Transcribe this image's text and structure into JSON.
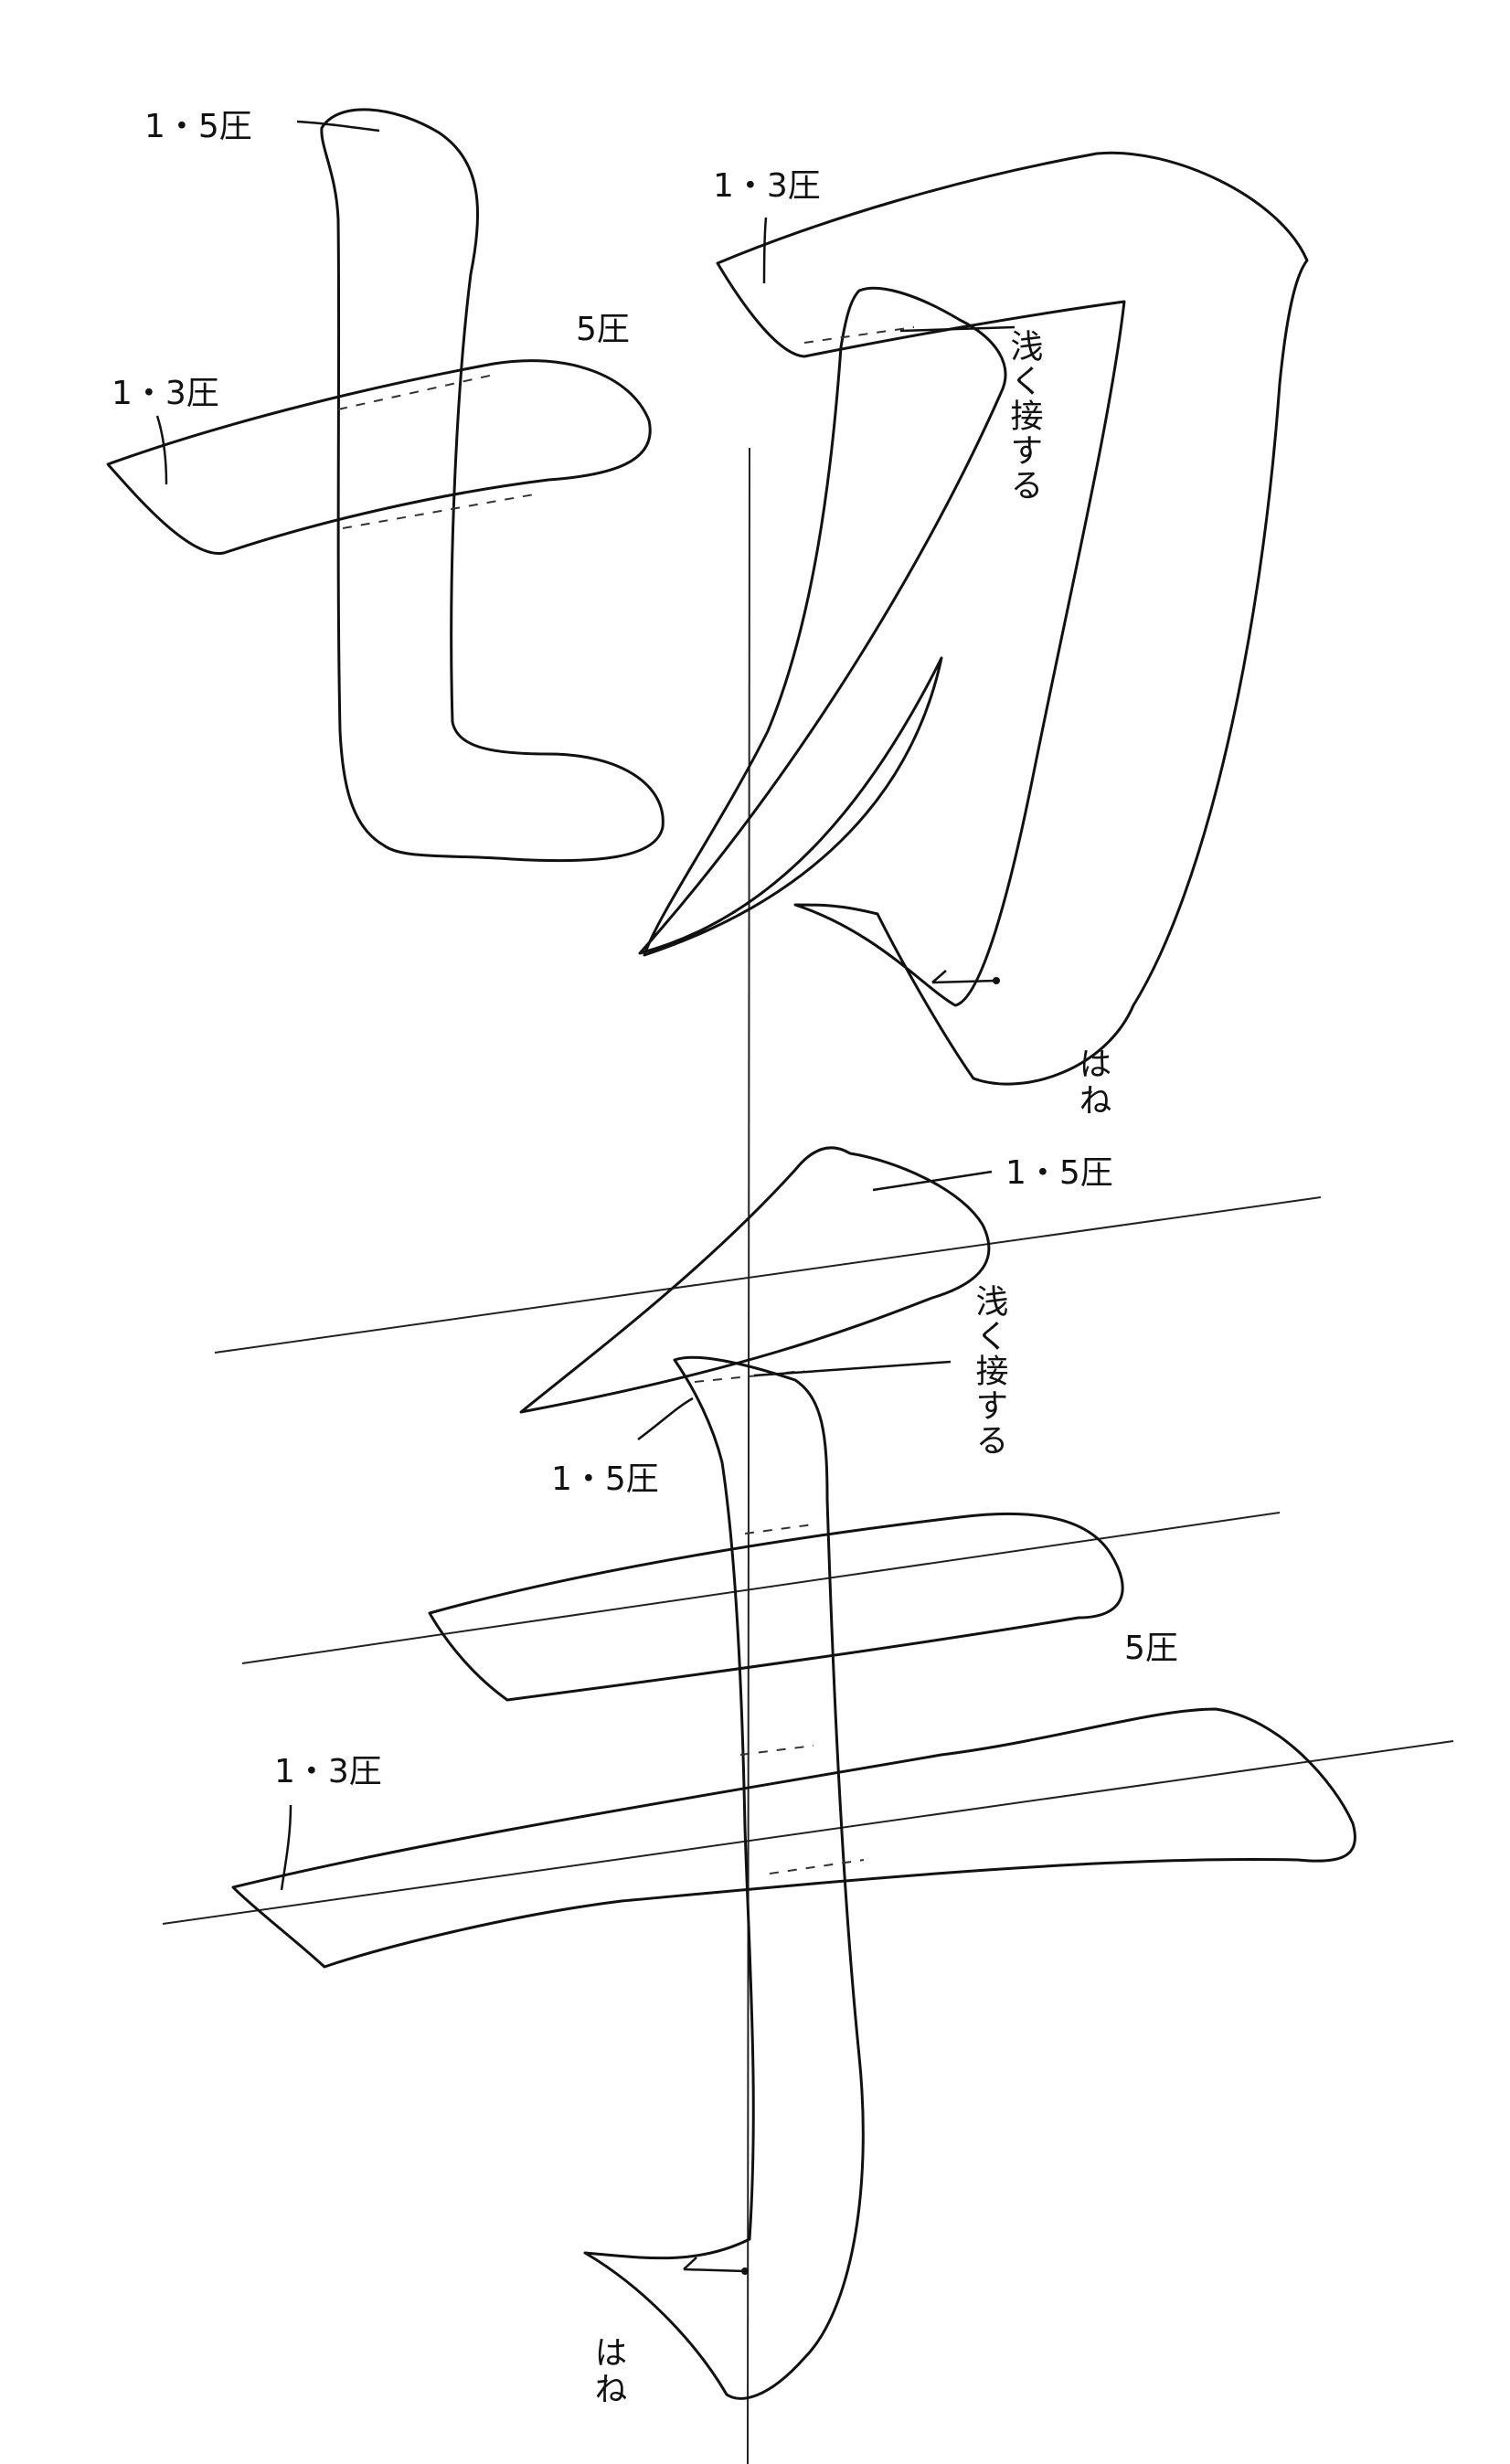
{
  "characters": {
    "kiru": {
      "labels": {
        "top_vertical_start": "1・5圧",
        "horizontal_start": "1・3圧",
        "horizontal_pressure": "5圧",
        "blade_start": "1・3圧",
        "blade_contact": "浅く接する",
        "hook": "はね"
      }
    },
    "te": {
      "labels": {
        "first_stroke": "1・5圧",
        "contact": "浅く接する",
        "vertical_start": "1・5圧",
        "middle_pressure": "5圧",
        "bottom_horizontal_start": "1・3圧",
        "hook": "はね"
      }
    }
  }
}
